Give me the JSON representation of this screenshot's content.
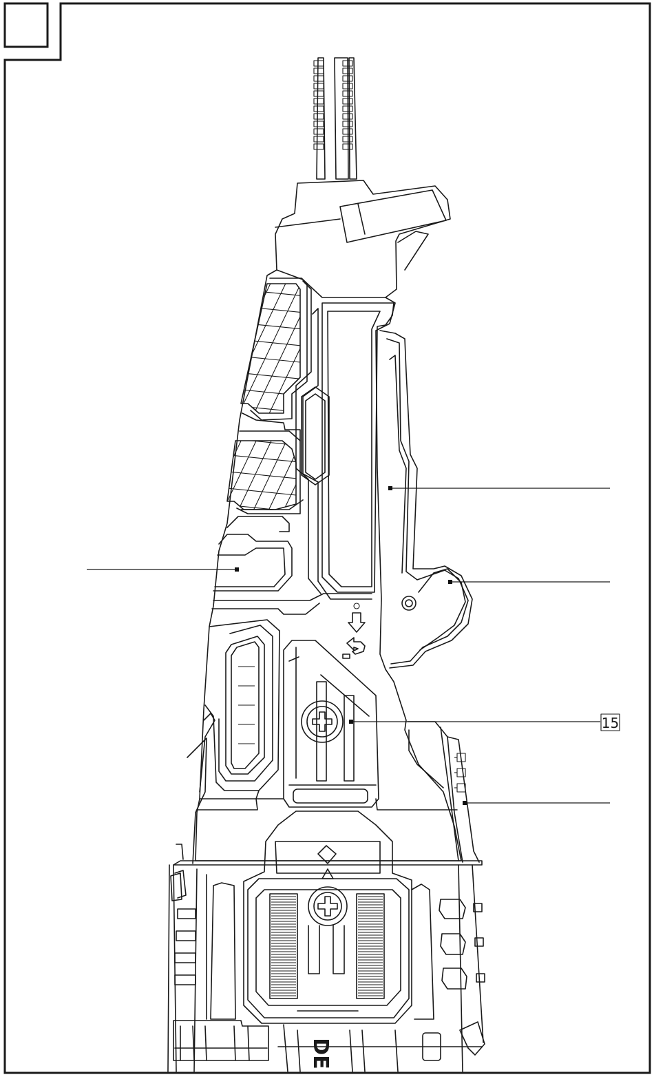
{
  "figure": {
    "corner_box_label": "",
    "callouts": [
      {
        "id": "body-upper",
        "text": ""
      },
      {
        "id": "trigger",
        "text": ""
      },
      {
        "id": "left-grip",
        "text": ""
      },
      {
        "id": "screw-cover",
        "text": "15"
      },
      {
        "id": "side-edge",
        "text": ""
      }
    ],
    "housing_mark": "DE"
  }
}
